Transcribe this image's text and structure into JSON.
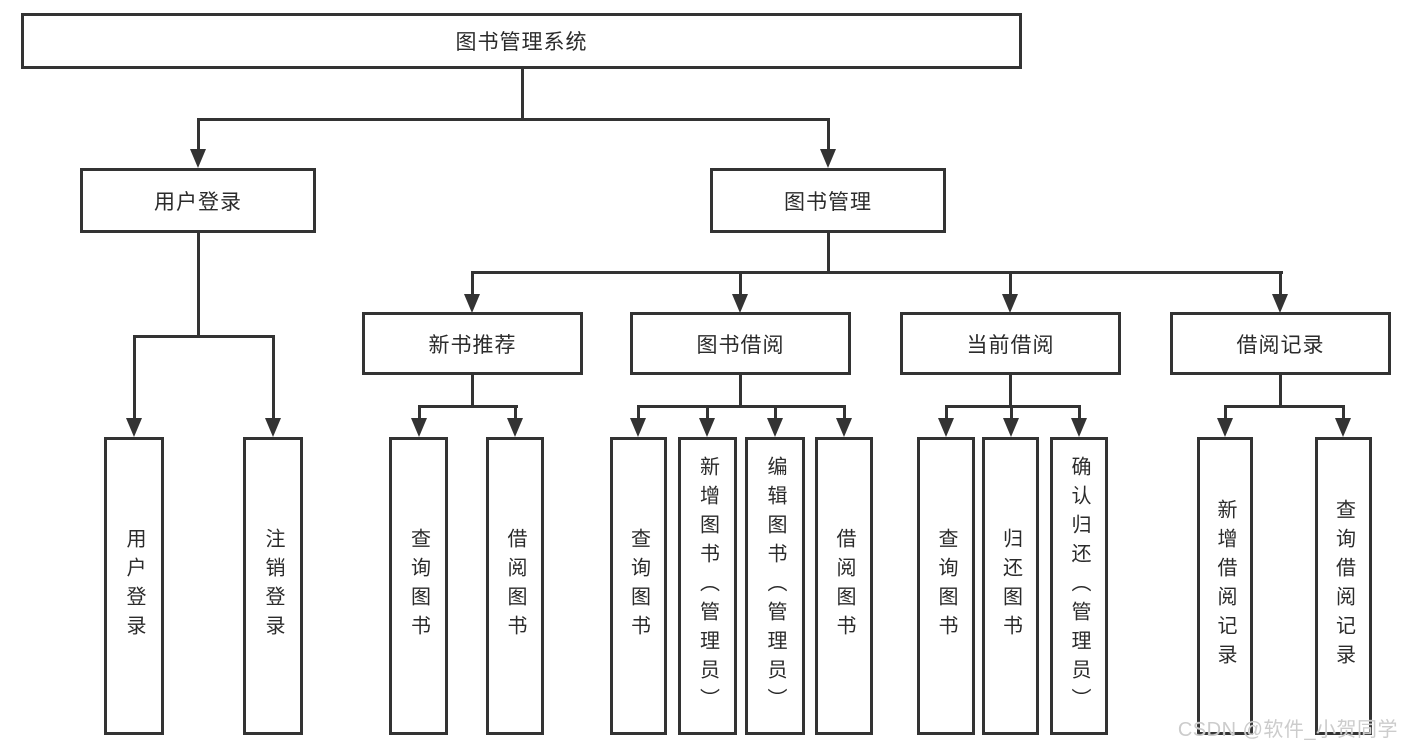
{
  "diagram": {
    "root": {
      "label": "图书管理系统"
    },
    "user_login": {
      "label": "用户登录",
      "children": [
        {
          "label": "用户登录"
        },
        {
          "label": "注销登录"
        }
      ]
    },
    "book_management": {
      "label": "图书管理",
      "children": [
        {
          "label": "新书推荐",
          "children": [
            {
              "label": "查询图书"
            },
            {
              "label": "借阅图书"
            }
          ]
        },
        {
          "label": "图书借阅",
          "children": [
            {
              "label": "查询图书"
            },
            {
              "label": "新增图书（管理员）"
            },
            {
              "label": "编辑图书（管理员）"
            },
            {
              "label": "借阅图书"
            }
          ]
        },
        {
          "label": "当前借阅",
          "children": [
            {
              "label": "查询图书"
            },
            {
              "label": "归还图书"
            },
            {
              "label": "确认归还（管理员）"
            }
          ]
        },
        {
          "label": "借阅记录",
          "children": [
            {
              "label": "新增借阅记录"
            },
            {
              "label": "查询借阅记录"
            }
          ]
        }
      ]
    }
  },
  "watermark": {
    "text": "CSDN @软件_小贺同学"
  },
  "colors": {
    "line": "#333333",
    "box_border": "#333333",
    "box_background": "#ffffff",
    "text": "#2b2b2b",
    "watermark": "#cccccc",
    "background": "#ffffff"
  }
}
